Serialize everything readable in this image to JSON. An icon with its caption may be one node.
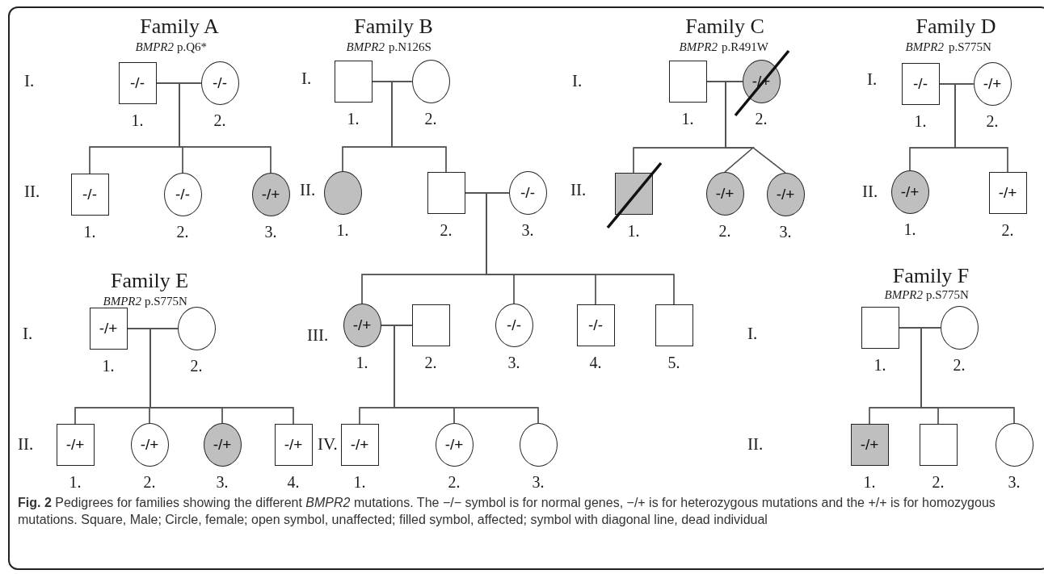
{
  "diagram": {
    "caption": "**Fig. 2** Pedigrees for families showing the different *BMPR2* mutations. The −/− symbol is for normal genes, −/+ is for heterozygous mutations and the +/+ is for homozygous mutations. Square, Male; Circle, female; open symbol, unaffected; filled symbol, affected; symbol with diagonal line, dead individual",
    "nodes": [
      {
        "text": [
          "-/-"
        ],
        "beside": [
          "1."
        ]
      },
      {
        "text": [
          "-/-"
        ],
        "beside": [
          "2."
        ]
      },
      {
        "text": [
          "-/-"
        ],
        "beside": [
          "1."
        ]
      },
      {
        "text": [
          "-/-"
        ],
        "beside": [
          "2."
        ]
      },
      {
        "text": [
          "-/+"
        ],
        "beside": [
          "3."
        ]
      },
      {
        "text": [],
        "shape": "box",
        "beside": [
          "1."
        ]
      },
      {
        "text": [],
        "shape": "circle",
        "beside": [
          "2."
        ]
      },
      {
        "text": [],
        "shape": "circle",
        "beside": [
          "1."
        ]
      },
      {
        "text": [],
        "shape": "box",
        "beside": [
          "2."
        ]
      },
      {
        "text": [
          "-/-"
        ],
        "beside": [
          "3."
        ]
      },
      {
        "text": [],
        "shape": "box",
        "beside": [
          "1."
        ]
      },
      {
        "text": [
          "-/+"
        ],
        "beside": [
          "2."
        ]
      },
      {
        "text": [],
        "shape": "box",
        "beside": [
          "1."
        ]
      },
      {
        "text": [
          "-/+"
        ],
        "beside": [
          "2."
        ]
      },
      {
        "text": [
          "-/+"
        ],
        "beside": [
          "3."
        ]
      },
      {
        "text": [
          "-/-"
        ],
        "beside": [
          "1."
        ]
      },
      {
        "text": [
          "-/+"
        ],
        "beside": [
          "2."
        ]
      },
      {
        "text": [
          "-/+"
        ],
        "beside": [
          "1."
        ]
      },
      {
        "text": [
          "-/+"
        ],
        "beside": [
          "2."
        ]
      },
      {
        "text": [
          "-/+"
        ],
        "beside": [
          "1."
        ]
      },
      {
        "text": [],
        "shape": "circle",
        "beside": [
          "2."
        ]
      },
      {
        "text": [
          "-/+"
        ],
        "beside": [
          "1."
        ]
      },
      {
        "text": [
          "-/+"
        ],
        "beside": [
          "2."
        ]
      },
      {
        "text": [
          "-/+"
        ],
        "beside": [
          "3."
        ]
      },
      {
        "text": [
          "-/+"
        ],
        "beside": [
          "4."
        ]
      },
      {
        "text": [
          "-/+"
        ],
        "beside": [
          "1."
        ]
      },
      {
        "text": [],
        "shape": "box",
        "beside": [
          "2."
        ]
      },
      {
        "text": [
          "-/-"
        ],
        "beside": [
          "3."
        ]
      },
      {
        "text": [
          "-/-"
        ],
        "beside": [
          "4."
        ]
      },
      {
        "text": [],
        "shape": "box",
        "beside": [
          "5."
        ]
      },
      {
        "text": [
          "-/+"
        ],
        "beside": [
          "1."
        ]
      },
      {
        "text": [
          "-/+"
        ],
        "beside": [
          "2."
        ]
      },
      {
        "text": [],
        "shape": "circle",
        "beside": [
          "3."
        ]
      },
      {
        "text": [],
        "shape": "box",
        "beside": [
          "1."
        ]
      },
      {
        "text": [],
        "shape": "circle",
        "beside": [
          "2."
        ]
      },
      {
        "text": [
          "-/+"
        ],
        "beside": [
          "1."
        ]
      },
      {
        "text": [],
        "shape": "box",
        "beside": [
          "2."
        ]
      },
      {
        "text": [],
        "shape": "circle",
        "beside": [
          "3."
        ]
      }
    ],
    "edges": [
      {
        "from": 0,
        "to": 1,
        "arrow": "none"
      },
      {
        "from": 0,
        "to": 2,
        "arrow": "none"
      },
      {
        "from": 1,
        "to": 2,
        "arrow": "none"
      },
      {
        "from": 0,
        "to": 3,
        "arrow": "none"
      },
      {
        "from": 1,
        "to": 3,
        "arrow": "none"
      },
      {
        "from": 0,
        "to": 4,
        "arrow": "none"
      },
      {
        "from": 1,
        "to": 4,
        "arrow": "none"
      },
      {
        "from": 5,
        "to": 6,
        "arrow": "none"
      },
      {
        "from": 5,
        "to": 7,
        "arrow": "none"
      },
      {
        "from": 6,
        "to": 7,
        "arrow": "none"
      },
      {
        "from": 5,
        "to": 8,
        "arrow": "none"
      },
      {
        "from": 6,
        "to": 8,
        "arrow": "none"
      },
      {
        "from": 8,
        "to": 9,
        "arrow": "none"
      },
      {
        "from": 10,
        "to": 11,
        "arrow": "none"
      },
      {
        "from": 10,
        "to": 12,
        "arrow": "none"
      },
      {
        "from": 11,
        "to": 12,
        "arrow": "none"
      },
      {
        "from": 10,
        "to": 13,
        "arrow": "none"
      },
      {
        "from": 11,
        "to": 13,
        "arrow": "none"
      },
      {
        "from": 10,
        "to": 14,
        "arrow": "none"
      },
      {
        "from": 11,
        "to": 14,
        "arrow": "none"
      },
      {
        "from": 15,
        "to": 16,
        "arrow": "none"
      },
      {
        "from": 15,
        "to": 17,
        "arrow": "none"
      },
      {
        "from": 16,
        "to": 17,
        "arrow": "none"
      },
      {
        "from": 15,
        "to": 18,
        "arrow": "none"
      },
      {
        "from": 16,
        "to": 18,
        "arrow": "none"
      },
      {
        "from": 19,
        "to": 20,
        "arrow": "none"
      },
      {
        "from": 19,
        "to": 21,
        "arrow": "none"
      },
      {
        "from": 20,
        "to": 21,
        "arrow": "none"
      },
      {
        "from": 19,
        "to": 22,
        "arrow": "none"
      },
      {
        "from": 20,
        "to": 22,
        "arrow": "none"
      },
      {
        "from": 19,
        "to": 23,
        "arrow": "none"
      },
      {
        "from": 20,
        "to": 23,
        "arrow": "none"
      },
      {
        "from": 19,
        "to": 24,
        "arrow": "none"
      },
      {
        "from": 20,
        "to": 24,
        "arrow": "none"
      },
      {
        "from": 8,
        "to": 25,
        "arrow": "none"
      },
      {
        "from": 9,
        "to": 25,
        "arrow": "none"
      },
      {
        "from": 8,
        "to": 27,
        "arrow": "none"
      },
      {
        "from": 9,
        "to": 27,
        "arrow": "none"
      },
      {
        "from": 8,
        "to": 28,
        "arrow": "none"
      },
      {
        "from": 9,
        "to": 28,
        "arrow": "none"
      },
      {
        "from": 8,
        "to": 29,
        "arrow": "none"
      },
      {
        "from": 9,
        "to": 29,
        "arrow": "none"
      },
      {
        "from": 25,
        "to": 26,
        "arrow": "none"
      },
      {
        "from": 25,
        "to": 30,
        "arrow": "none"
      },
      {
        "from": 26,
        "to": 30,
        "arrow": "none"
      },
      {
        "from": 25,
        "to": 31,
        "arrow": "none"
      },
      {
        "from": 26,
        "to": 31,
        "arrow": "none"
      },
      {
        "from": 25,
        "to": 32,
        "arrow": "none"
      },
      {
        "from": 26,
        "to": 32,
        "arrow": "none"
      },
      {
        "from": 33,
        "to": 34,
        "arrow": "none"
      },
      {
        "from": 33,
        "to": 35,
        "arrow": "none"
      },
      {
        "from": 34,
        "to": 35,
        "arrow": "none"
      },
      {
        "from": 33,
        "to": 36,
        "arrow": "none"
      },
      {
        "from": 34,
        "to": 36,
        "arrow": "none"
      },
      {
        "from": 33,
        "to": 37,
        "arrow": "none"
      },
      {
        "from": 34,
        "to": 37,
        "arrow": "none"
      }
    ],
    "labels": [
      "Family A",
      "BMPR2",
      "p.Q6*",
      "Family B",
      "BMPR2",
      "p.N126S",
      "Family C",
      "BMPR2",
      "p.R491W",
      "Family D",
      "BMPR2",
      "p.S775N",
      "I.",
      "I.",
      "I.",
      "I.",
      "II.",
      "II.",
      "II.",
      "II.",
      "Family E",
      "BMPR2",
      "p.S775N",
      "Family F",
      "BMPR2",
      "p.S775N",
      "I.",
      "III.",
      "I.",
      "II.",
      "IV.",
      "II."
    ]
  }
}
